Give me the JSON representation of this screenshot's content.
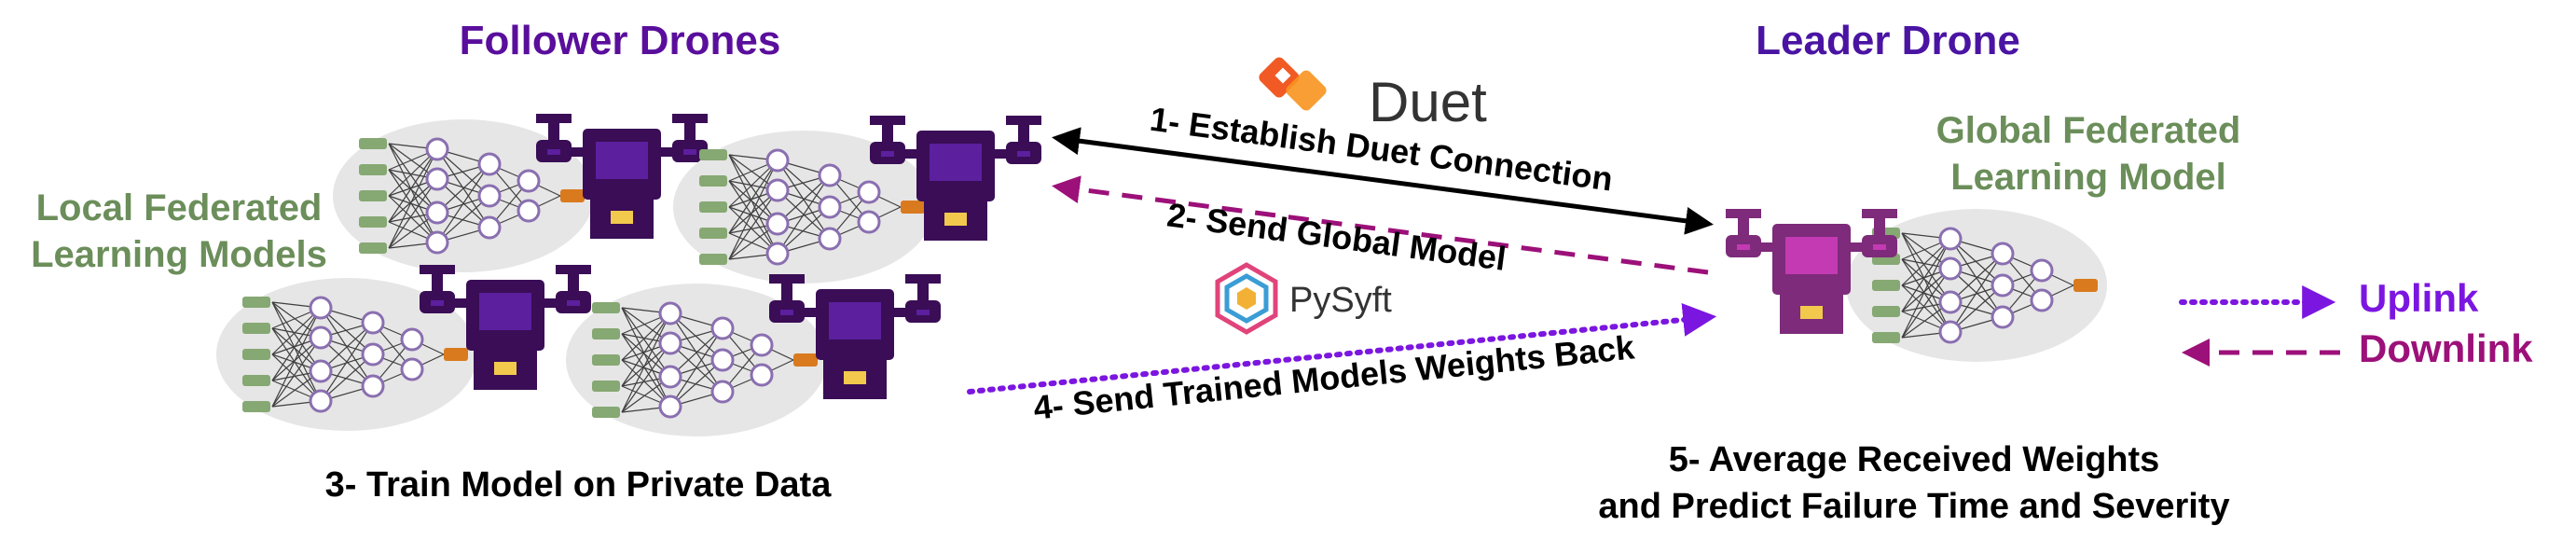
{
  "colors": {
    "follower_title": "#5a0e9c",
    "leader_title": "#4a14a3",
    "green_label": "#6b8e5a",
    "drone_dark": "#3a0d56",
    "drone_leader": "#7d2b7a",
    "drone_body_leader": "#c33ab2",
    "drone_screen": "#5c1f9e",
    "drone_yellow": "#f2c94c",
    "bubble_fill": "#e6e6e6",
    "node_stroke": "#8a6fb0",
    "input_green": "#86a873",
    "output_orange": "#d97a1e",
    "uplink_purple": "#7b16e0",
    "downlink_magenta": "#9c1079",
    "black": "#000000"
  },
  "titles": {
    "follower": "Follower Drones",
    "leader": "Leader Drone"
  },
  "labels": {
    "local_line1": "Local Federated",
    "local_line2": "Learning Models",
    "global_line1": "Global Federated",
    "global_line2": "Learning Model"
  },
  "logos": {
    "duet": "Duet",
    "pysyft": "PySyft"
  },
  "steps": {
    "step1": "1- Establish Duet Connection",
    "step2": "2- Send Global Model",
    "step3": "3- Train Model on Private Data",
    "step4": "4- Send Trained Models Weights Back",
    "step5_line1": "5- Average Received Weights",
    "step5_line2": "and Predict Failure Time and Severity"
  },
  "legend": {
    "uplink": "Uplink",
    "downlink": "Downlink"
  }
}
